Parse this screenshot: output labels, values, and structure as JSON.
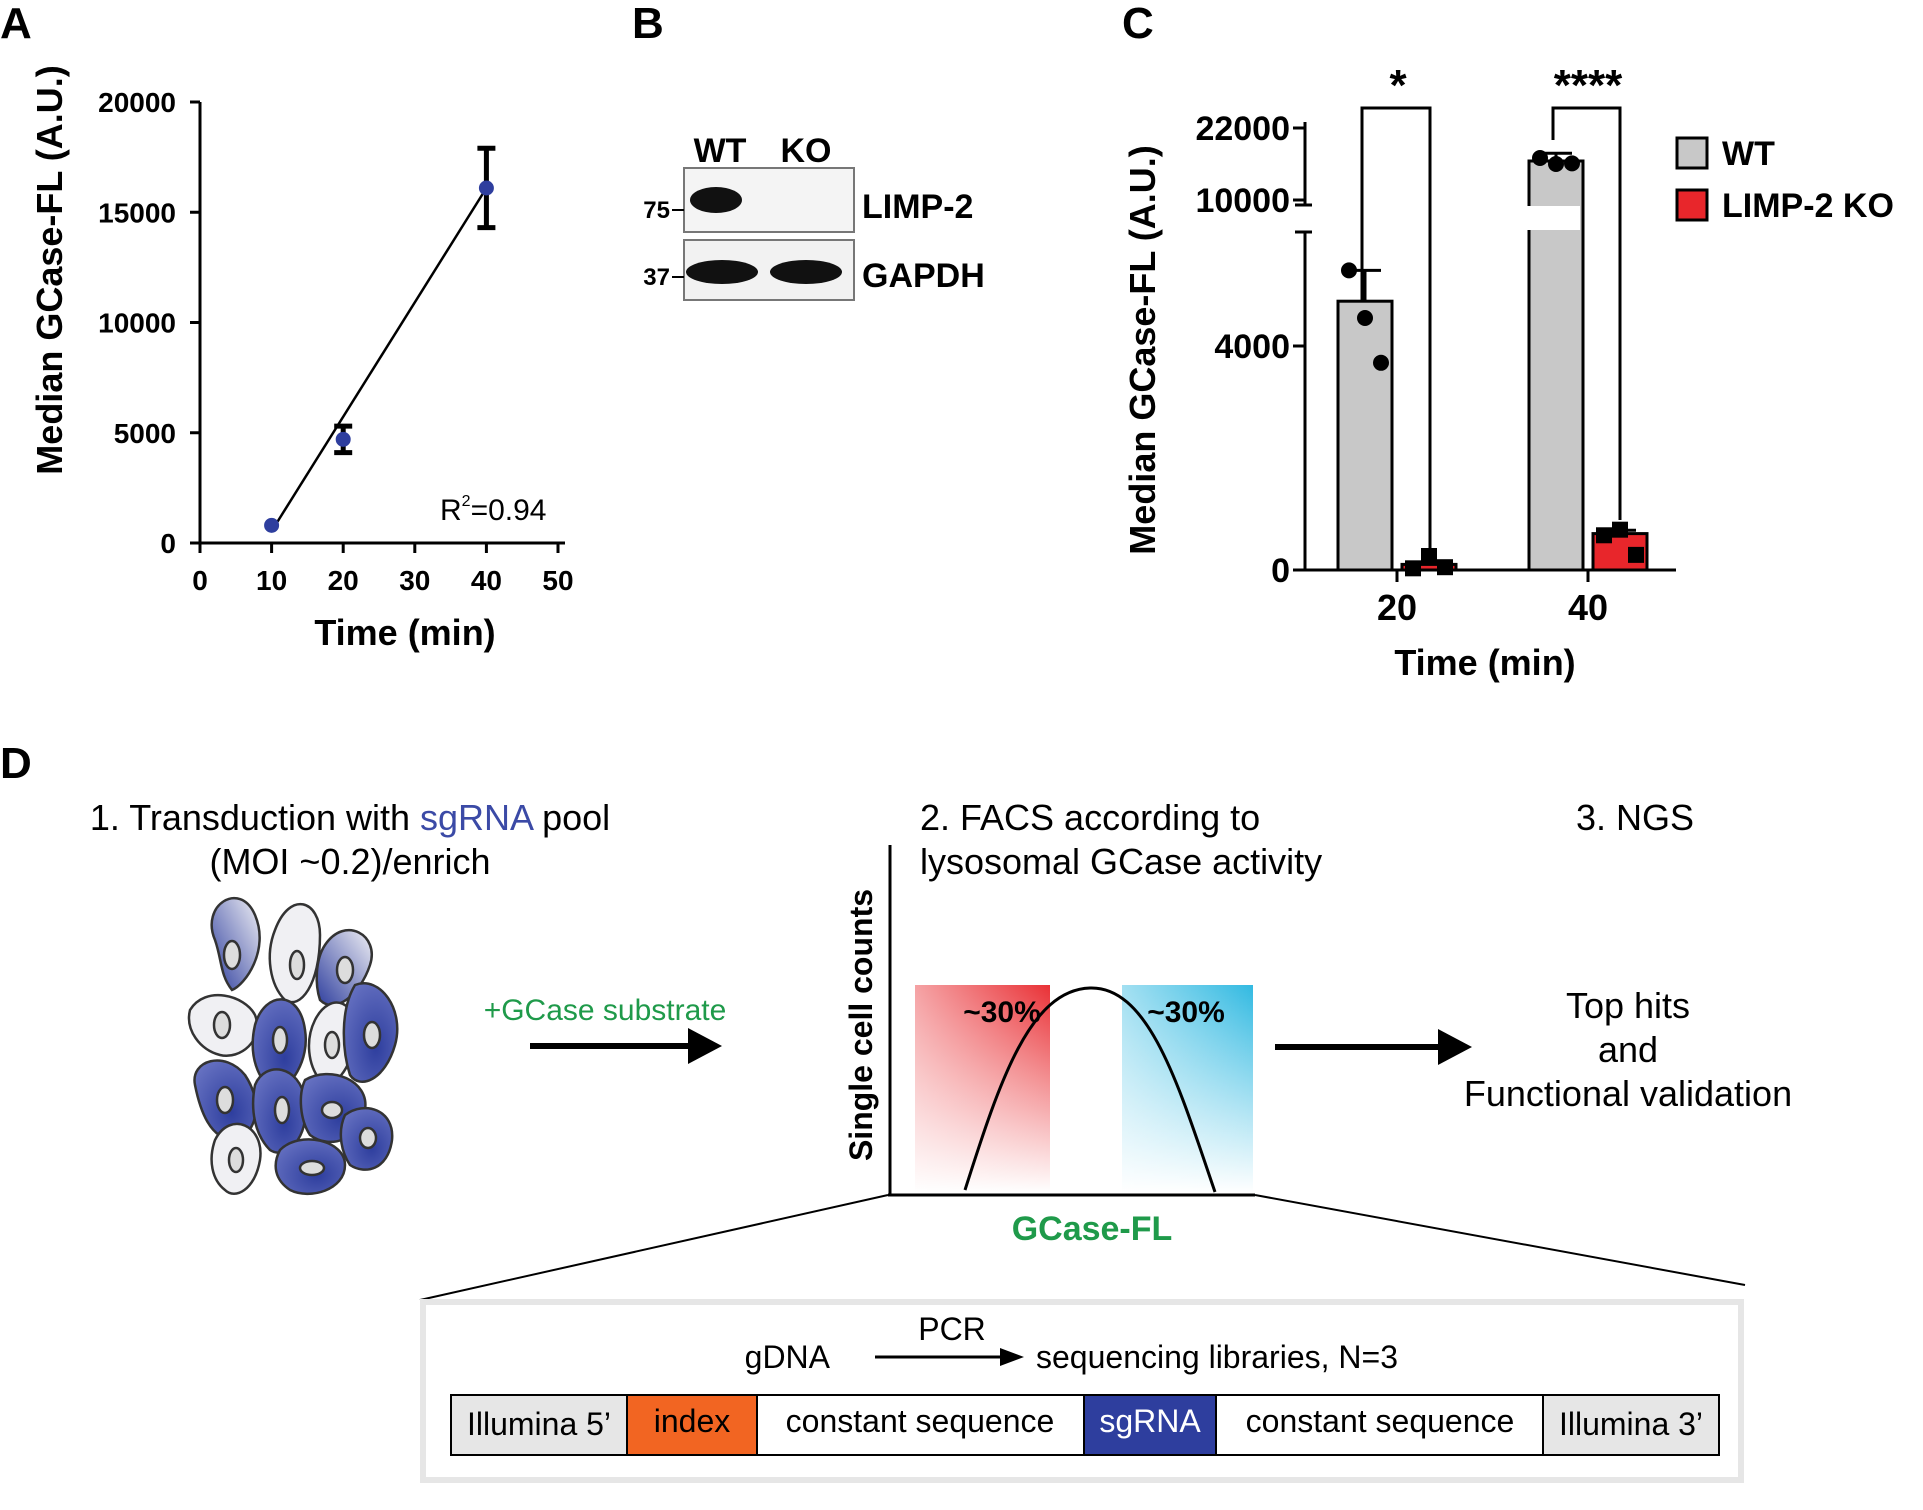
{
  "panels": {
    "A": {
      "letter": "A",
      "ylabel": "Median GCase-FL (A.U.)",
      "xlabel": "Time (min)",
      "yticks": [
        "0",
        "5000",
        "10000",
        "15000",
        "20000"
      ],
      "xticks": [
        "0",
        "10",
        "20",
        "30",
        "40",
        "50"
      ],
      "r2_label": "R",
      "r2_sup": "2",
      "r2_value": "=0.94",
      "point_color": "#2e3e9e"
    },
    "B": {
      "letter": "B",
      "lanes": [
        "WT",
        "KO"
      ],
      "markers": [
        "75",
        "37"
      ],
      "proteins": [
        "LIMP-2",
        "GAPDH"
      ]
    },
    "C": {
      "letter": "C",
      "ylabel": "Median GCase-FL (A.U.)",
      "xlabel": "Time (min)",
      "yticks_lower": [
        "0",
        "4000"
      ],
      "yticks_upper": [
        "10000",
        "22000"
      ],
      "xticks": [
        "20",
        "40"
      ],
      "sig_20": "*",
      "sig_40": "****",
      "legend": [
        {
          "label": "WT",
          "color": "#c8c8c8"
        },
        {
          "label": "LIMP-2 KO",
          "color": "#e8262b"
        }
      ]
    },
    "D": {
      "letter": "D",
      "step1_line1_pre": "1. Transduction with ",
      "step1_line1_highlight": "sgRNA",
      "step1_line1_post": " pool",
      "step1_line2": "(MOI ~0.2)/enrich",
      "substrate_label": "+GCase substrate",
      "step2_line1": "2. FACS according to",
      "step2_line2": "lysosomal GCase activity",
      "step3": "3. NGS",
      "facs_ylabel": "Single cell counts",
      "facs_xlabel": "GCase-FL",
      "gate_low": "~30%",
      "gate_high": "~30%",
      "result_line1": "Top hits",
      "result_line2": "and",
      "result_line3": "Functional validation",
      "gdna": "gDNA",
      "pcr": "PCR",
      "libraries": "sequencing libraries, N=3",
      "construct": [
        "Illumina 5’",
        "index",
        "constant sequence",
        "sgRNA",
        "constant sequence",
        "Illumina 3’"
      ],
      "colors": {
        "sgRNA_text": "#3b4aa6",
        "green": "#1f9a4a",
        "index": "#f26522",
        "sgRNA_box": "#2e3e9e",
        "illumina": "#e6e6e6"
      }
    }
  },
  "chart_data": [
    {
      "type": "scatter",
      "title": "",
      "xlabel": "Time (min)",
      "ylabel": "Median GCase-FL (A.U.)",
      "xlim": [
        0,
        50
      ],
      "ylim": [
        0,
        20000
      ],
      "x": [
        10,
        20,
        40
      ],
      "y": [
        800,
        4700,
        16100
      ],
      "error": [
        0,
        600,
        1800
      ],
      "fit": "linear",
      "r_squared": 0.94
    },
    {
      "type": "bar",
      "title": "",
      "xlabel": "Time (min)",
      "ylabel": "Median GCase-FL (A.U.)",
      "categories": [
        "20",
        "40"
      ],
      "axis_break": true,
      "series": [
        {
          "name": "WT",
          "values": [
            4800,
            16500
          ],
          "sem": [
            550,
            1300
          ],
          "points": [
            [
              5350,
              4500,
              3700
            ],
            [
              17000,
              16000,
              16100
            ]
          ]
        },
        {
          "name": "LIMP-2 KO",
          "values": [
            100,
            650
          ],
          "sem": [
            40,
            60
          ],
          "points": [
            [
              30,
              250,
              50
            ],
            [
              620,
              720,
              270
            ]
          ]
        }
      ],
      "significance": [
        "*",
        "****"
      ]
    }
  ]
}
